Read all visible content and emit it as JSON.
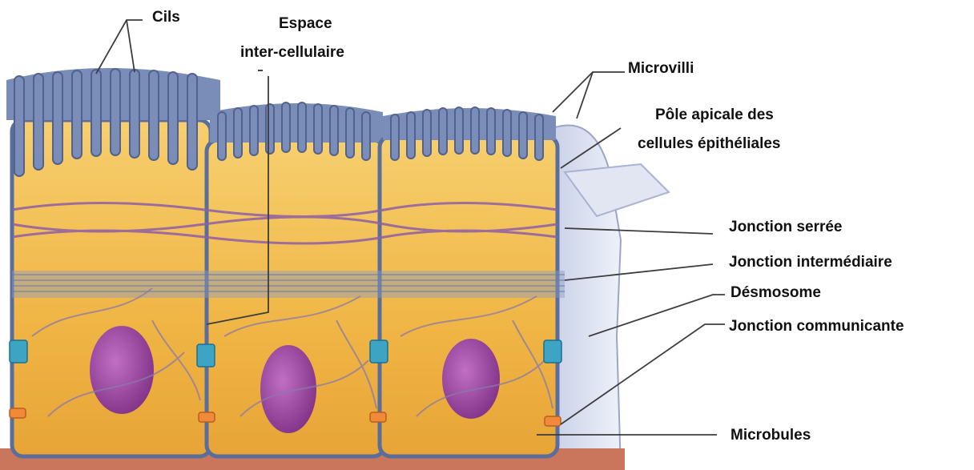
{
  "labels": {
    "cils": "Cils",
    "espace_line1": "Espace",
    "espace_line2": "inter-cellulaire",
    "microvilli": "Microvilli",
    "pole_line1": "Pôle apicale des",
    "pole_line2": "cellules épithéliales",
    "jonction_serree": "Jonction serrée",
    "jonction_intermediaire": "Jonction intermédiaire",
    "desmosome": "Désmosome",
    "jonction_communicante": "Jonction communicante",
    "microbules": "Microbules"
  },
  "colors": {
    "cytoplasm": "#f2b94a",
    "cell_outline": "#5a6e9c",
    "apical_surface": "#7a8cb8",
    "nucleus": "#a24aa6",
    "filaments": "#8a7aa8",
    "tight_junction": "#8e5fa6",
    "desmosome": "#3ea4c4",
    "leader_lines": "#444444"
  }
}
